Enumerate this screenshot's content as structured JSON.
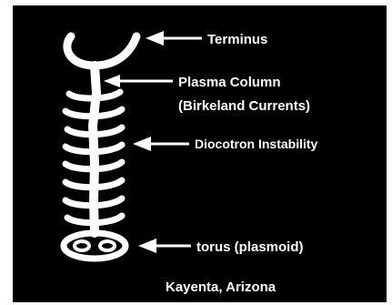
{
  "labels": {
    "terminus": "Terminus",
    "plasma_column_line1": "Plasma Column",
    "plasma_column_line2": "(Birkeland Currents)",
    "diocotron": "Diocotron Instability",
    "torus": "torus (plasmoid)",
    "location": "Kayenta, Arizona"
  },
  "colors": {
    "background": "#000000",
    "foreground": "#ffffff"
  },
  "diagram": {
    "rung_count": 8
  }
}
